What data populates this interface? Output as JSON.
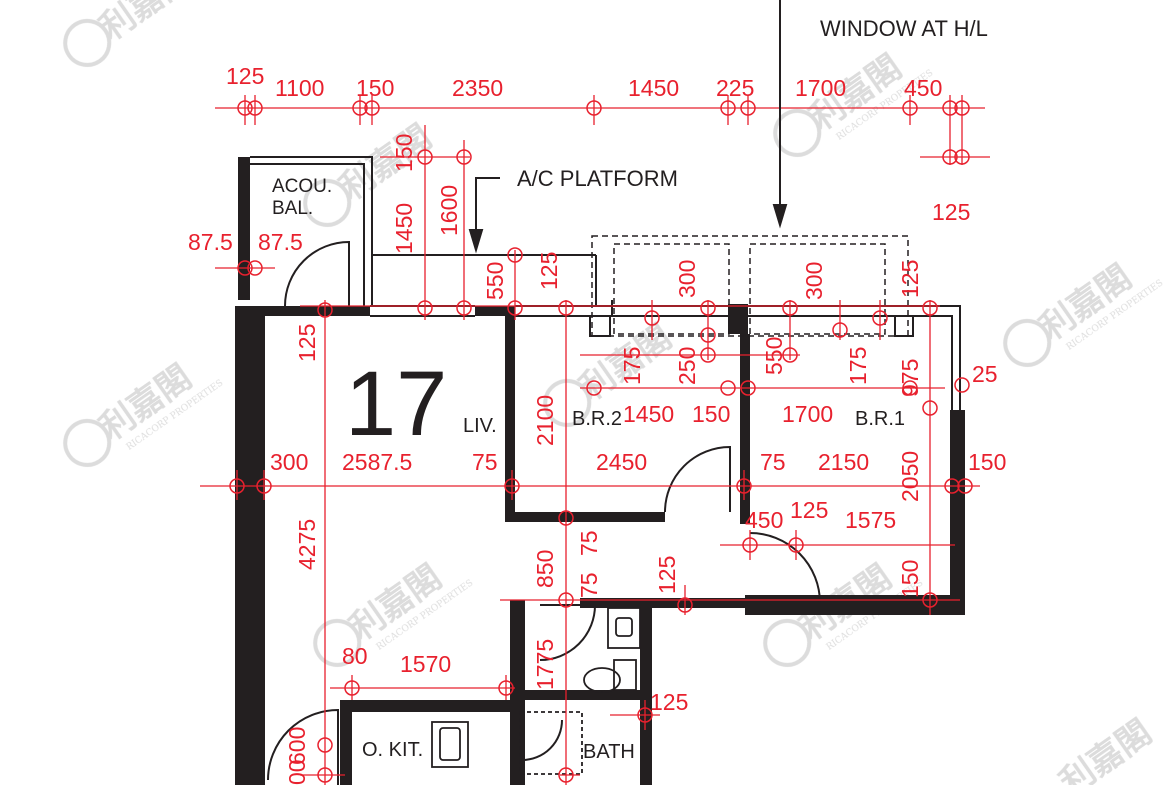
{
  "annotations": {
    "window": "WINDOW AT H/L",
    "ac_platform": "A/C PLATFORM"
  },
  "unit_number": "17",
  "rooms": {
    "acoustic_balcony_line1": "ACOU.",
    "acoustic_balcony_line2": "BAL.",
    "living": "LIV.",
    "bedroom2": "B.R.2",
    "bedroom1": "B.R.1",
    "kitchen": "O. KIT.",
    "bathroom": "BATH"
  },
  "watermark": {
    "text": "利嘉閣",
    "subtext": "RICACORP PROPERTIES"
  },
  "colors": {
    "dimension": "#e8212e",
    "wall": "#231f20",
    "watermark": "#d9d9d9"
  },
  "dimensions": {
    "top_row": [
      "125",
      "1100",
      "150",
      "2350",
      "1450",
      "225",
      "1700",
      "450"
    ],
    "right_125": "125",
    "balcony_150": "150",
    "balcony_1450": "1450",
    "balcony_1600": "1600",
    "left_875a": "87.5",
    "left_875b": "87.5",
    "platform_550": "550",
    "platform_125": "125",
    "window_300a": "300",
    "window_300b": "300",
    "window_125": "125",
    "liv_125": "125",
    "br2_175": "175",
    "br2_250": "250",
    "br1_550": "550",
    "br1_175": "175",
    "br1_975": "975",
    "right_25": "25",
    "br2_2100": "2100",
    "br2_1450": "1450",
    "br2_150": "150",
    "br1_1700": "1700",
    "mid_300": "300",
    "mid_25875": "2587.5",
    "mid_75a": "75",
    "mid_2450": "2450",
    "mid_75b": "75",
    "mid_2150": "2150",
    "br1_2050": "2050",
    "mid_150": "150",
    "liv_4275": "4275",
    "corr_75a": "75",
    "corr_850": "850",
    "corr_75b": "75",
    "corr_125": "125",
    "lob_450": "450",
    "lob_125": "125",
    "lob_1575": "1575",
    "lob_150": "150",
    "kit_80": "80",
    "kit_1570": "1570",
    "bath_1775": "1775",
    "bath_125": "125",
    "door_600": "600",
    "bottom_00": "00"
  }
}
